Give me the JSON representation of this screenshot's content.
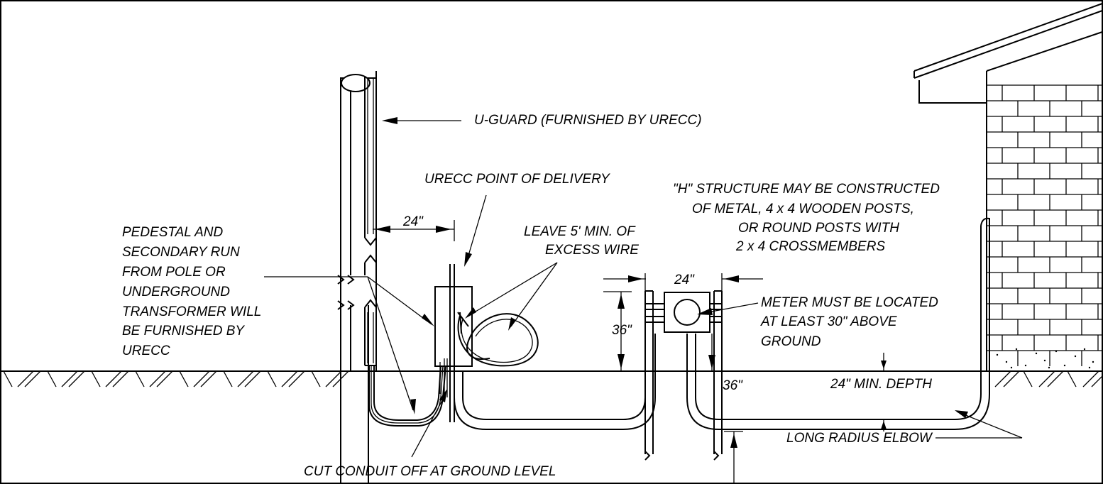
{
  "labels": {
    "u_guard": "U-GUARD (FURNISHED BY URECC)",
    "point_of_delivery": "URECC POINT OF DELIVERY",
    "pedestal": [
      "PEDESTAL AND",
      "SECONDARY RUN",
      "FROM POLE OR",
      "UNDERGROUND",
      "TRANSFORMER WILL",
      "BE FURNISHED BY",
      "URECC"
    ],
    "excess_wire": [
      "LEAVE 5' MIN. OF",
      "EXCESS WIRE"
    ],
    "h_structure": [
      "\"H\" STRUCTURE MAY BE CONSTRUCTED",
      "OF METAL, 4 x 4 WOODEN POSTS,",
      "OR ROUND POSTS WITH",
      "2 x 4 CROSSMEMBERS"
    ],
    "meter": [
      "METER MUST BE LOCATED",
      "AT LEAST 30\" ABOVE",
      "GROUND"
    ],
    "min_depth": "24\" MIN. DEPTH",
    "long_radius_elbow": "LONG  RADIUS  ELBOW",
    "cut_conduit": "CUT CONDUIT OFF AT GROUND LEVEL"
  },
  "dimensions": {
    "pole_to_pedestal": "24\"",
    "h_structure_width": "24\"",
    "meter_height": "36\"",
    "post_depth": "36\""
  }
}
